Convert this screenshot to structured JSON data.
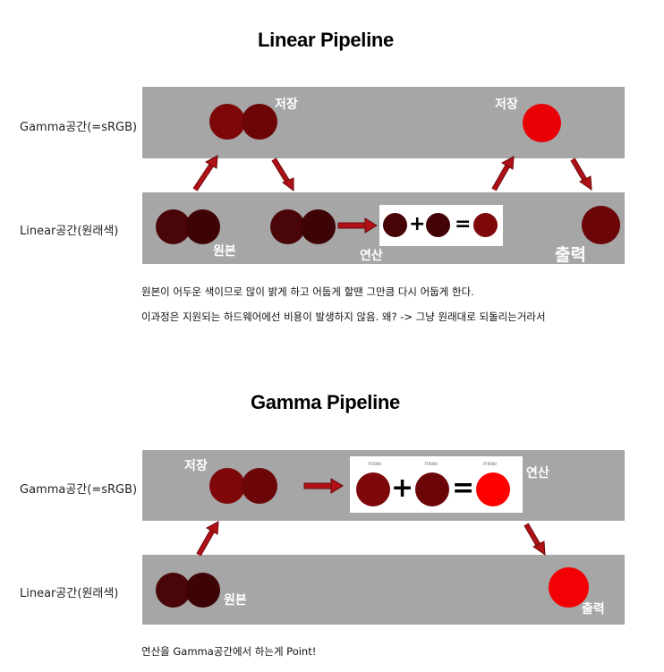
{
  "linear_pipeline": {
    "title": "Linear Pipeline",
    "row_gamma_label": "Gamma공간(=sRGB)",
    "row_linear_label": "Linear공간(원래색)",
    "store_label_left": "저장",
    "store_label_right": "저장",
    "original_label": "원본",
    "operation_label": "연산",
    "output_label": "출력",
    "note_line1": "원본이 어두운 색이므로 많이 밝게 하고 어둡게 할땐 그만큼 다시 어둡게 한다.",
    "note_line2": "이과정은 지원되는 하드웨어에선 비용이 발생하지 않음. 왜? -> 그냥 원래대로 되돌리는거라서",
    "plus_sign": "+",
    "equals_sign": "="
  },
  "gamma_pipeline": {
    "title": "Gamma Pipeline",
    "row_gamma_label": "Gamma공간(=sRGB)",
    "row_linear_label": "Linear공간(원래색)",
    "store_label": "저장",
    "operation_label": "연산",
    "original_label": "원본",
    "output_label": "출력",
    "note": "연산을 Gamma공간에서 하는게 Point!",
    "plus_sign": "+",
    "equals_sign": "=",
    "hex_labels": [
      "7F0000",
      "7F0000",
      "FF0000"
    ]
  },
  "colors": {
    "band": "#a6a6a6",
    "linear_dark": "#4a0407",
    "gamma_mid": "#7f0000",
    "bright": "#ff0000",
    "arrow": "#b01116"
  }
}
